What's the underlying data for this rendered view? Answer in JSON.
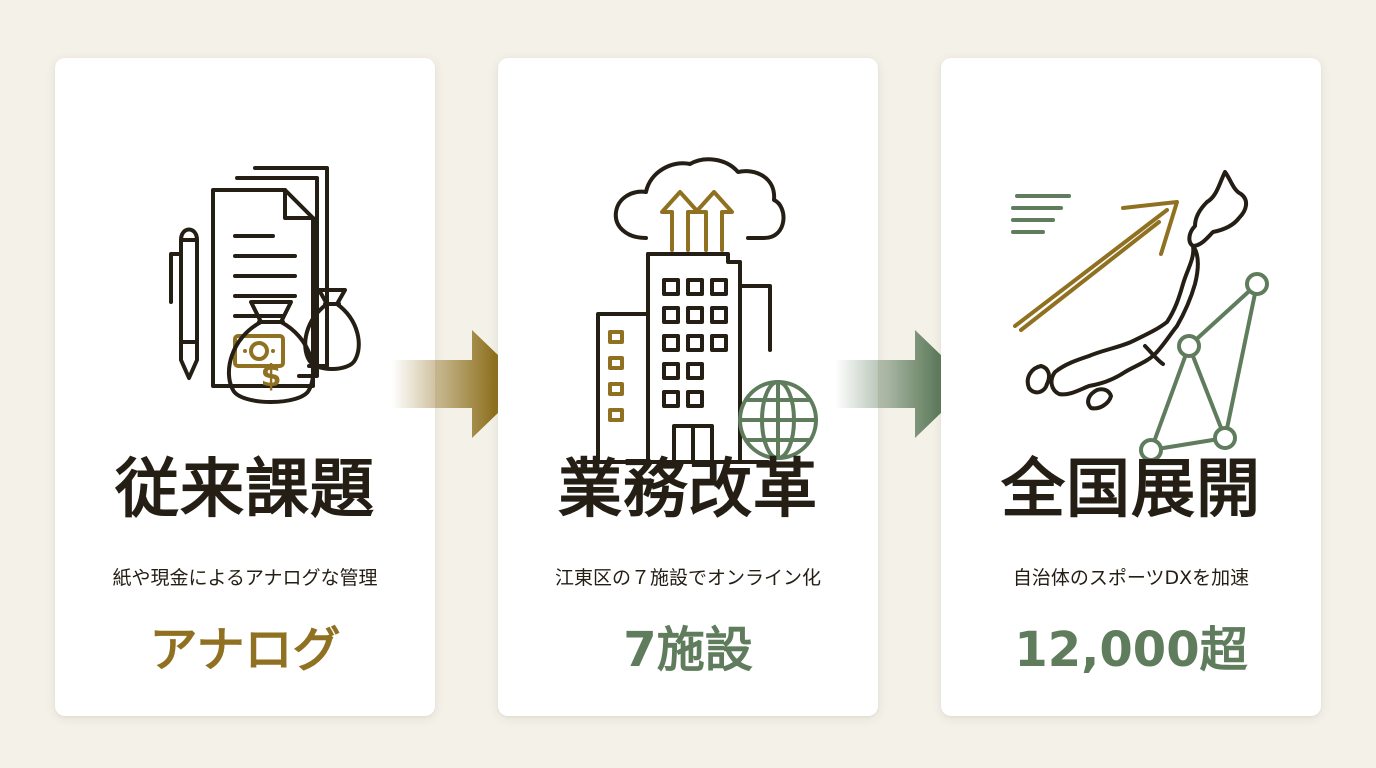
{
  "colors": {
    "background": "#f4f1e9",
    "card": "#ffffff",
    "ink": "#241e14",
    "gold": "#8f7121",
    "green": "#5f7c5d"
  },
  "cards": [
    {
      "title": "従来課題",
      "description": "紙や現金によるアナログな管理",
      "stat": "アナログ",
      "stat_color": "gold",
      "icons": [
        "documents-icon",
        "pen-icon",
        "banknote-icon",
        "money-bag-icon"
      ]
    },
    {
      "title": "業務改革",
      "description": "江東区の７施設でオンライン化",
      "stat": "7施設",
      "stat_color": "green",
      "icons": [
        "building-icon",
        "cloud-upload-icon",
        "globe-icon"
      ]
    },
    {
      "title": "全国展開",
      "description": "自治体のスポーツDXを加速",
      "stat": "12,000超",
      "stat_color": "green",
      "icons": [
        "japan-map-icon",
        "growth-arrow-icon",
        "network-icon"
      ]
    }
  ],
  "arrows": [
    {
      "color": "gold",
      "icon": "arrow-right-icon"
    },
    {
      "color": "green",
      "icon": "arrow-right-icon"
    }
  ]
}
